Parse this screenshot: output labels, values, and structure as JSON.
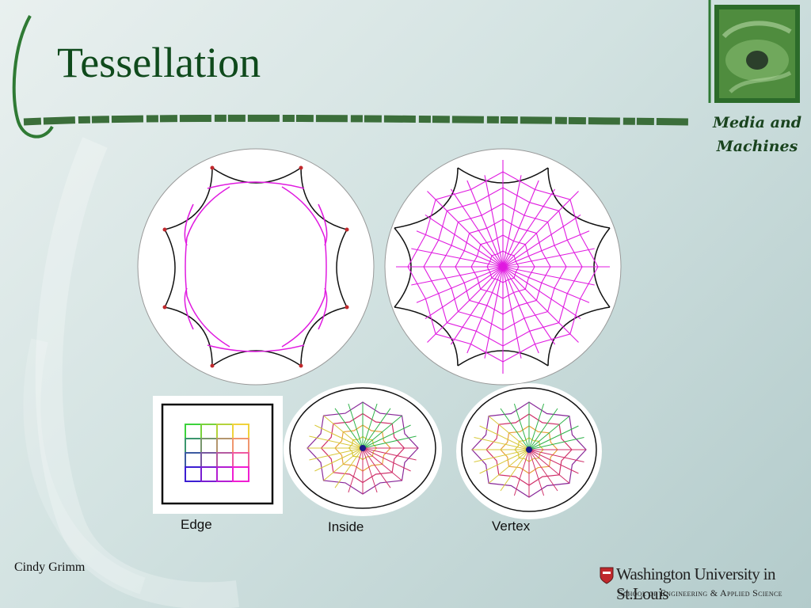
{
  "slide": {
    "title": "Tessellation",
    "author": "Cindy Grimm"
  },
  "branding": {
    "logo_line1": "Media and",
    "logo_line2": "Machines",
    "university": "Washington University in St.Louis",
    "school": "School of Engineering & Applied Science"
  },
  "captions": {
    "edge": "Edge",
    "inside": "Inside",
    "vertex": "Vertex"
  },
  "colors": {
    "title": "#0f4a1c",
    "tessellation_lines": "#e01ae0",
    "boundary": "#111111",
    "accent_red": "#c0282c"
  }
}
